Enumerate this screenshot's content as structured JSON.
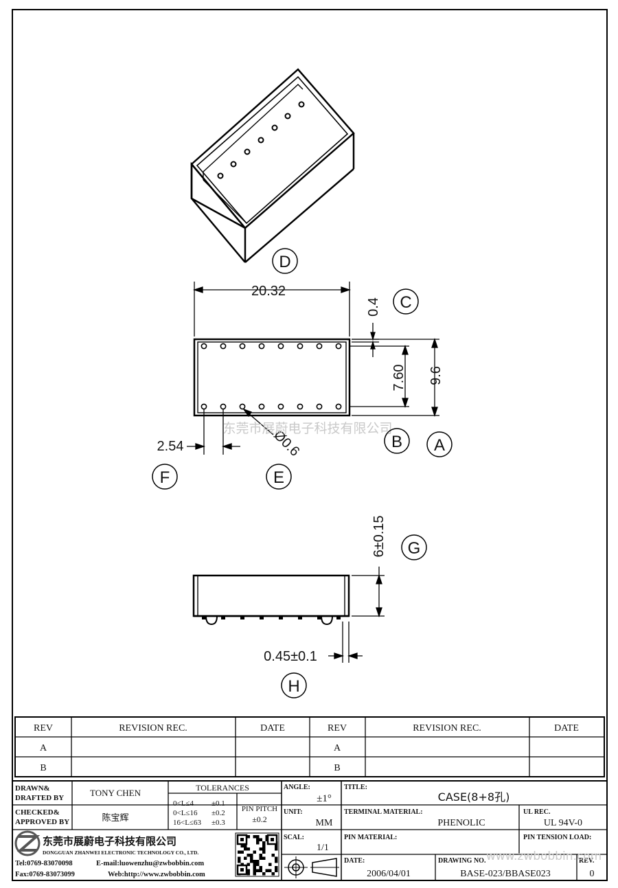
{
  "dimensions": {
    "width": "20.32",
    "wall": "0.4",
    "row_span": "7.60",
    "depth": "9.6",
    "pitch": "2.54",
    "pin_dia": "Ø0.6",
    "height": "6±0.15",
    "pin_protrusion": "0.45±0.1"
  },
  "view_labels": [
    "D",
    "C",
    "B",
    "A",
    "F",
    "E",
    "G",
    "H"
  ],
  "watermark": "东莞市展蔚电子科技有限公司",
  "revision_table": {
    "headers": [
      "REV",
      "REVISION REC.",
      "DATE",
      "REV",
      "REVISION REC.",
      "DATE"
    ],
    "rows": [
      "A",
      "B"
    ]
  },
  "title_block": {
    "drawn_label": "DRAWN&",
    "drafted_label": "DRAFTED BY",
    "drafted_by": "TONY CHEN",
    "checked_label": "CHECKED&",
    "approved_label": "APPROVED BY",
    "approved_by": "陈宝辉",
    "tolerances_label": "TOLERANCES",
    "tol_rows": [
      {
        "range": "0<L≤4",
        "value": "±0.1"
      },
      {
        "range": "0<L≤16",
        "value": "±0.2"
      },
      {
        "range": "16<L≤63",
        "value": "±0.3"
      }
    ],
    "pin_pitch_label": "PIN PITCH",
    "pin_pitch_value": "±0.2",
    "angle_label": "ANGLE:",
    "angle_value": "±1°",
    "unit_label": "UNIT:",
    "unit_value": "MM",
    "scale_label": "SCAL:",
    "scale_value": "1/1",
    "title_label": "TITLE:",
    "title_value": "CASE(8+8孔)",
    "terminal_label": "TERMINAL MATERIAL:",
    "terminal_value": "PHENOLIC",
    "ul_label": "UL REC.",
    "ul_value": "UL 94V-0",
    "pin_material_label": "PIN MATERIAL:",
    "pin_tension_label": "PIN TENSION LOAD:",
    "date_label": "DATE:",
    "date_value": "2006/04/01",
    "drawing_no_label": "DRAWING NO.",
    "drawing_no_value": "BASE-023/BBASE023",
    "rev_label": "REV.",
    "rev_value": "0",
    "company_cn": "东莞市展蔚电子科技有限公司",
    "company_en": "DONGGUAN ZHANWEI ELECTRONIC TECHNOLOGY CO., LTD.",
    "tel": "Tel:0769-83070098",
    "email": "E-mail:luowenzhu@zwbobbin.com",
    "fax": "Fax:0769-83073099",
    "web": "Web:http://www.zwbobbin.com",
    "watermark_url": "www.zwbobbin.com"
  }
}
